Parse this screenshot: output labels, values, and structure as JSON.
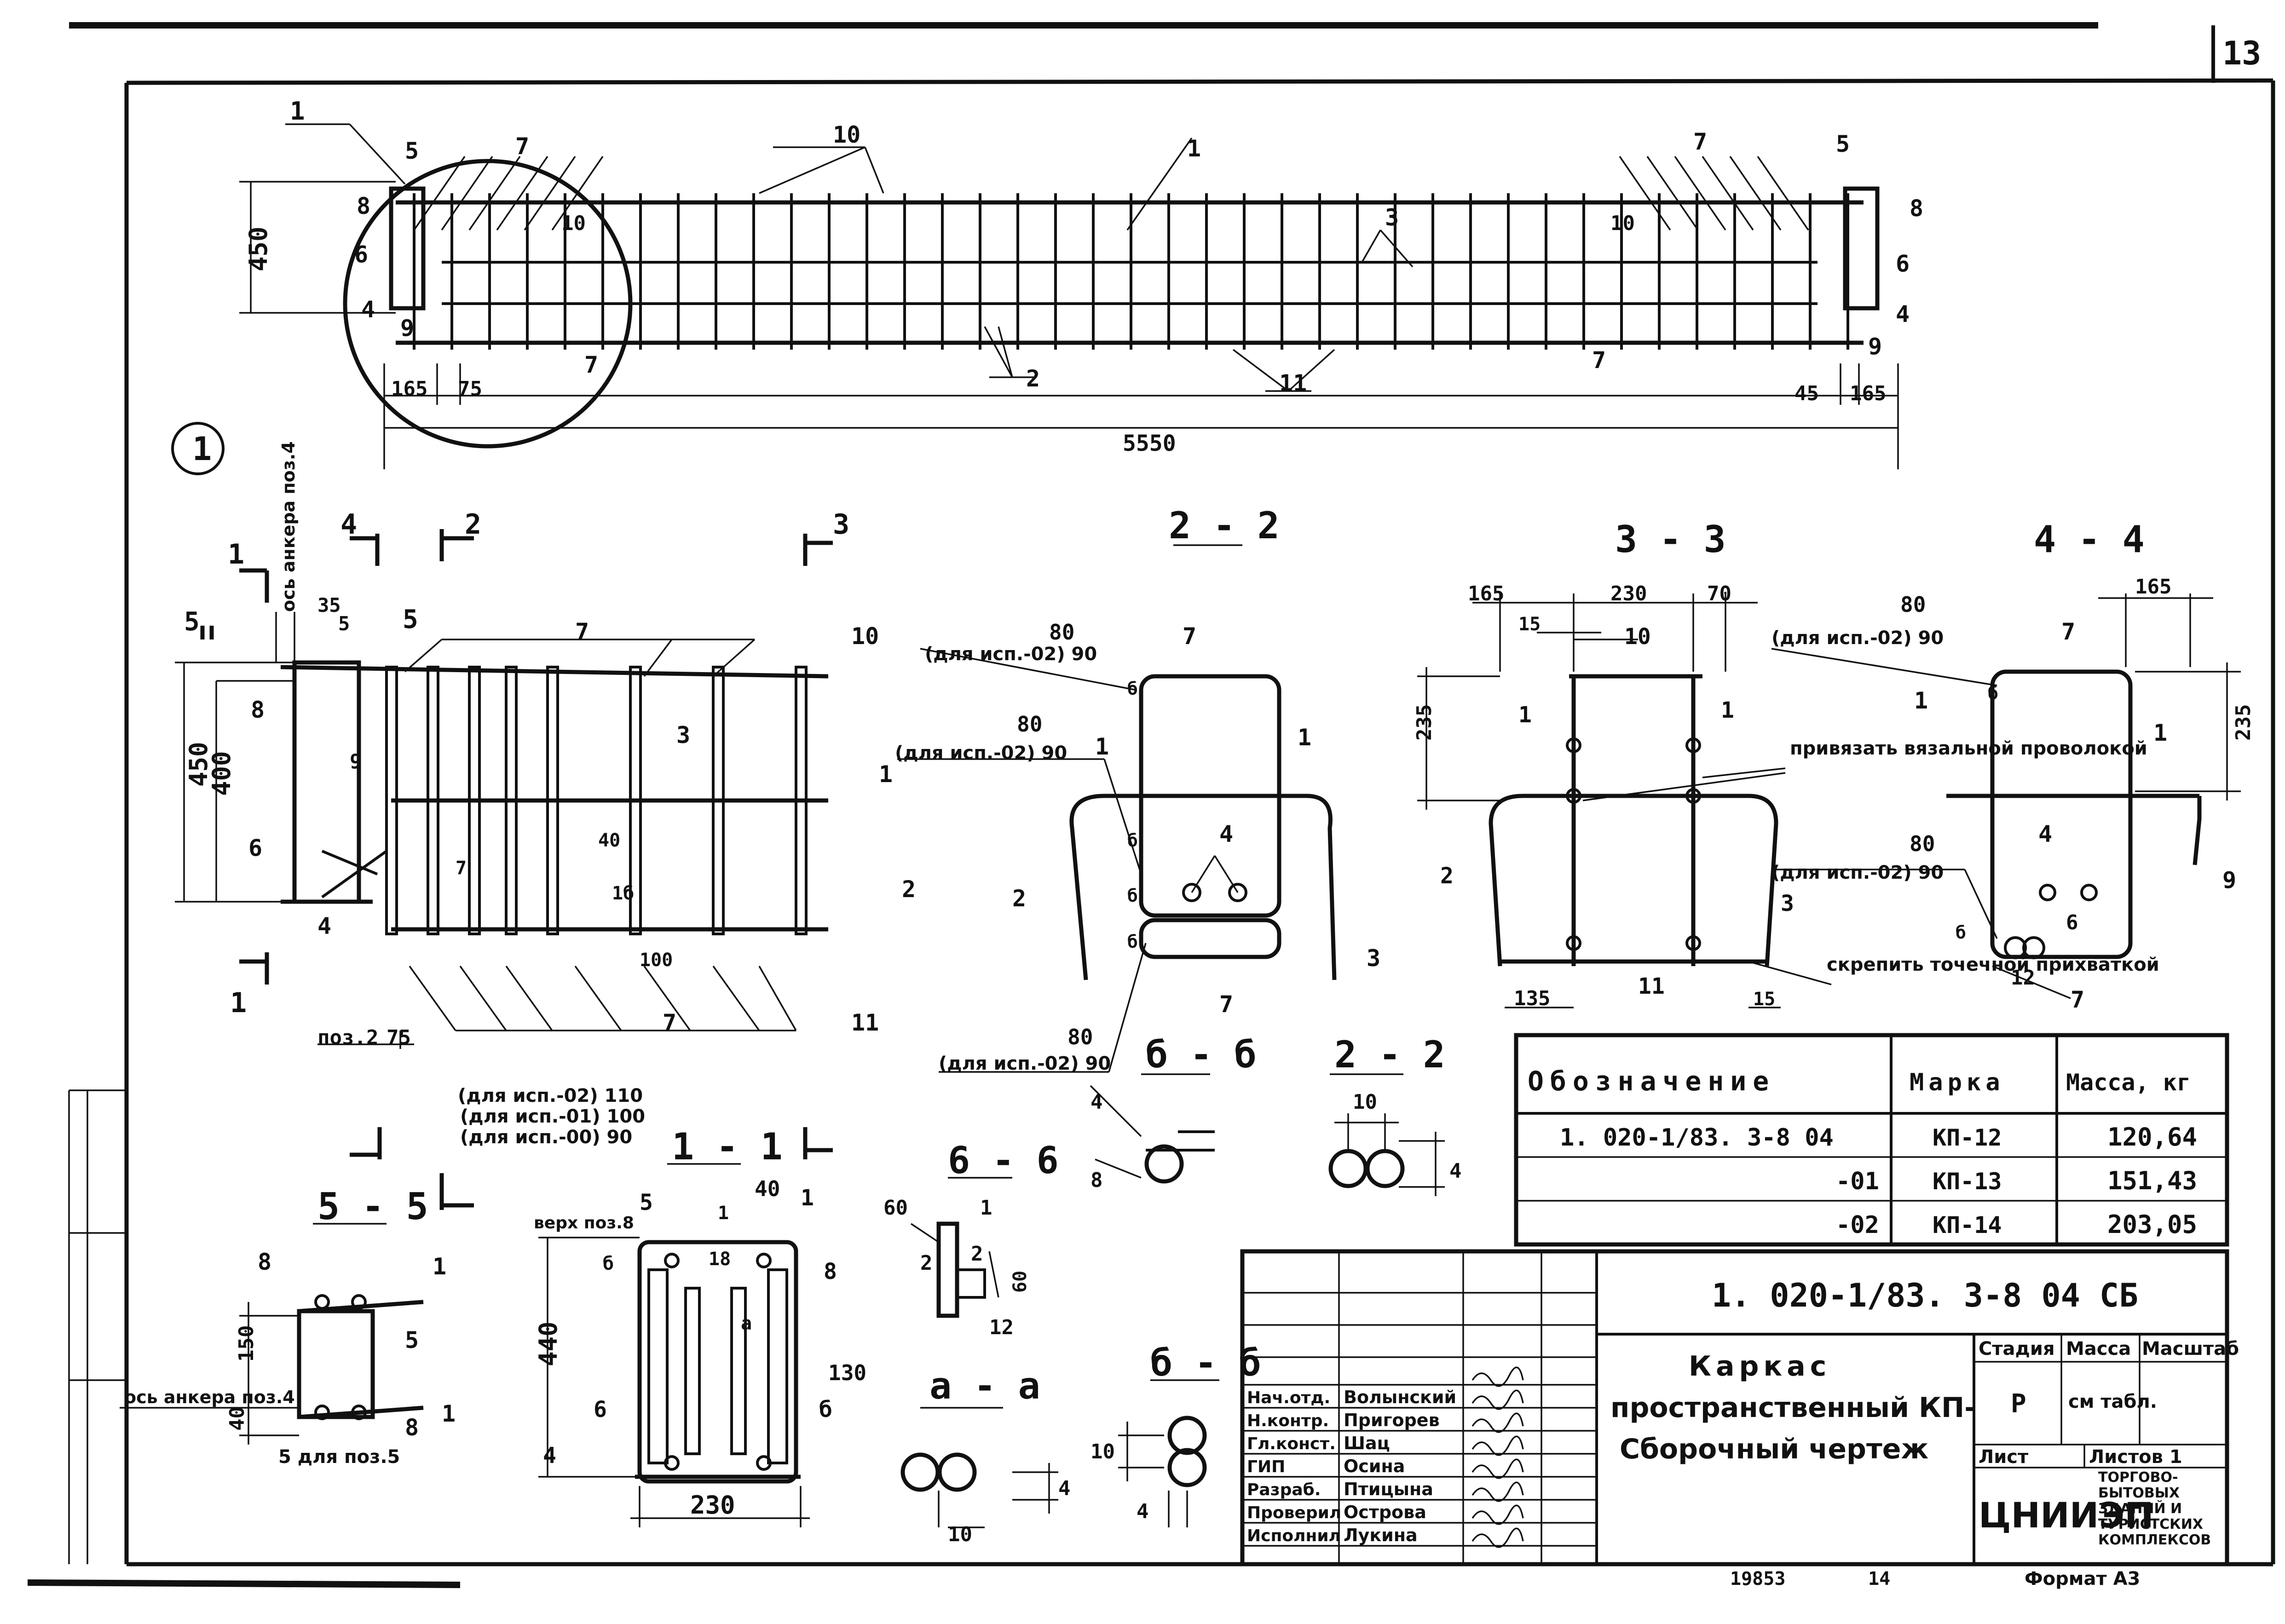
{
  "sheet": {
    "page_number": "13",
    "bottom_left_number": "19853",
    "bottom_center_number": "14",
    "bottom_right_format": "Формат А3"
  },
  "view_1": {
    "circle_label": "1",
    "dim_height": "450",
    "dim_left_a": "165",
    "dim_left_b": "75",
    "dim_right_a": "45",
    "dim_right_b": "165",
    "dim_total": "5550",
    "callouts": [
      "1",
      "5",
      "7",
      "10",
      "1",
      "7",
      "5",
      "8",
      "8",
      "10",
      "3",
      "10",
      "6",
      "6",
      "4",
      "9",
      "7",
      "2",
      "11",
      "7",
      "9",
      "4"
    ]
  },
  "section_markers": {
    "m1": "1",
    "m4": "4",
    "m2": "2",
    "m3": "3",
    "m5a": "5",
    "m5b": "5",
    "axis_anchor": "ось анкера поз.4"
  },
  "detail_view": {
    "dim_35": "35",
    "dim_5": "5",
    "dim_450": "450",
    "dim_400": "400",
    "label_8": "8",
    "label_6": "6",
    "label_9": "9",
    "label_4": "4",
    "label_7": "7",
    "label_10": "10",
    "label_3": "3",
    "label_1": "1",
    "label_2": "2",
    "label_11": "11",
    "label_40": "40",
    "label_7b": "7",
    "label_1b": "1б",
    "label_100": "100",
    "label_7c": "7",
    "label_poz2": "поз.2",
    "label_75": "75",
    "label_1c": "1"
  },
  "section_2_2": {
    "title": "2 - 2",
    "notes": [
      "(для исп.-02) 90",
      "(для исп.-02) 90",
      "(для исп.-02) 90"
    ],
    "dim_80a": "80",
    "dim_80b": "80",
    "dim_80c": "80",
    "labels": [
      "7",
      "1",
      "1",
      "4",
      "2",
      "3",
      "7",
      "б",
      "б",
      "б",
      "б"
    ]
  },
  "section_3_3": {
    "title": "3 - 3",
    "dims": [
      "165",
      "230",
      "70",
      "15",
      "235",
      "135",
      "15"
    ],
    "labels": [
      "10",
      "1",
      "1",
      "2",
      "3",
      "11"
    ],
    "note_tie": "привязать вязальной проволокой",
    "note_weld": "скрепить точечной прихваткой",
    "note_isp": "(для исп.-02) 90",
    "dim_80": "80"
  },
  "section_4_4": {
    "title": "4 - 4",
    "dims": [
      "165",
      "235"
    ],
    "note_isp": "(для исп.-02) 90",
    "dim_80": "80",
    "labels": [
      "7",
      "1",
      "1",
      "4",
      "9",
      "12",
      "7",
      "б",
      "б",
      "6"
    ]
  },
  "section_5_5": {
    "title": "5 - 5",
    "labels": [
      "8",
      "1",
      "5",
      "8",
      "1"
    ],
    "dims": [
      "150",
      "40"
    ],
    "axis_anchor": "ось анкера поз.4",
    "note_poz5": "5 для поз.5"
  },
  "section_1_1": {
    "title": "1 - 1",
    "notes": [
      "(для исп.-02) 110",
      "(для исп.-01) 100",
      "(для исп.-00) 90"
    ],
    "top_note": "верх поз.8",
    "dims": [
      "440",
      "230",
      "130",
      "40",
      "18"
    ],
    "labels": [
      "5",
      "1",
      "8",
      "б",
      "6",
      "б",
      "4",
      "а",
      "1"
    ]
  },
  "section_6_6": {
    "title": "6 - 6",
    "labels": [
      "60",
      "1",
      "2",
      "2",
      "12",
      "60"
    ]
  },
  "section_bb1": {
    "title": "б - б",
    "dims": [
      "4",
      "8"
    ]
  },
  "section_2_2_small": {
    "title": "2 - 2",
    "dims": [
      "10",
      "4"
    ]
  },
  "section_aa": {
    "title": "а - а",
    "dims": [
      "10",
      "4"
    ]
  },
  "section_bb2": {
    "title": "б - б",
    "dims": [
      "10",
      "4"
    ]
  },
  "spec_table": {
    "headers": [
      "Обозначение",
      "Марка",
      "Масса, кг"
    ],
    "rows": [
      [
        "1. 020-1/83. 3-8 04",
        "КП-12",
        "120,64"
      ],
      [
        "-01",
        "КП-13",
        "151,43"
      ],
      [
        "-02",
        "КП-14",
        "203,05"
      ]
    ]
  },
  "title_block": {
    "doc_code": "1. 020-1/83. 3-8 04 СБ",
    "doc_title_lines": [
      "Каркас",
      "пространственный КП-",
      "Сборочный чертеж"
    ],
    "stage_header": "Стадия",
    "mass_header": "Масса",
    "scale_header": "Масштаб",
    "stage_value": "Р",
    "mass_value": "см табл.",
    "sheet_label": "Лист",
    "sheets_label": "Листов 1",
    "org": "ЦНИИЭП",
    "org_desc": "торгово-бытовых зданий и туристских комплексов",
    "roles": [
      {
        "role": "Нач.отд.",
        "name": "Волынский"
      },
      {
        "role": "Н.контр.",
        "name": "Пригорев"
      },
      {
        "role": "Гл.конст.",
        "name": "Шац"
      },
      {
        "role": "ГИП",
        "name": "Осина"
      },
      {
        "role": "Разраб.",
        "name": "Птицына"
      },
      {
        "role": "Проверил",
        "name": "Острова"
      },
      {
        "role": "Исполнил",
        "name": "Лукина"
      }
    ]
  }
}
